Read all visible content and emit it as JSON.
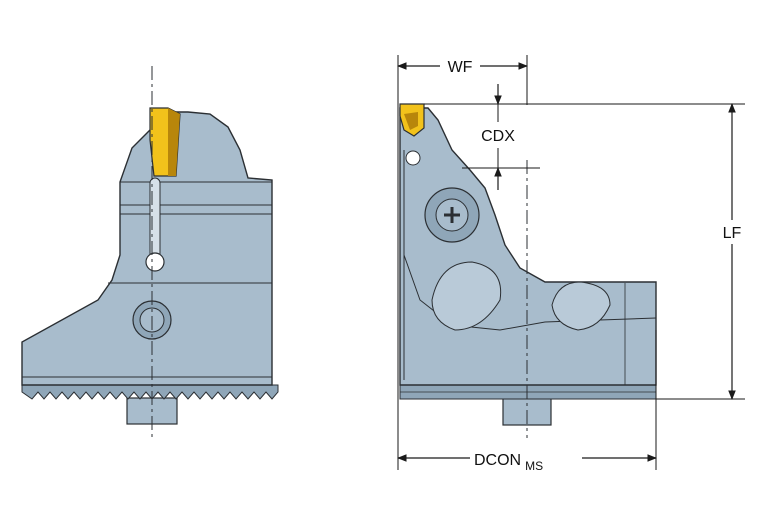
{
  "colors": {
    "body": "#a8bccc",
    "body_dark": "#8fa6b8",
    "outline": "#2b2f33",
    "insert": "#f2c21b",
    "insert_dark": "#b8860b",
    "dimension": "#1a1a1a",
    "background": "#ffffff"
  },
  "labels": {
    "wf": "WF",
    "cdx": "CDX",
    "lf": "LF",
    "dcon": "DCON",
    "dcon_sub": "MS"
  }
}
